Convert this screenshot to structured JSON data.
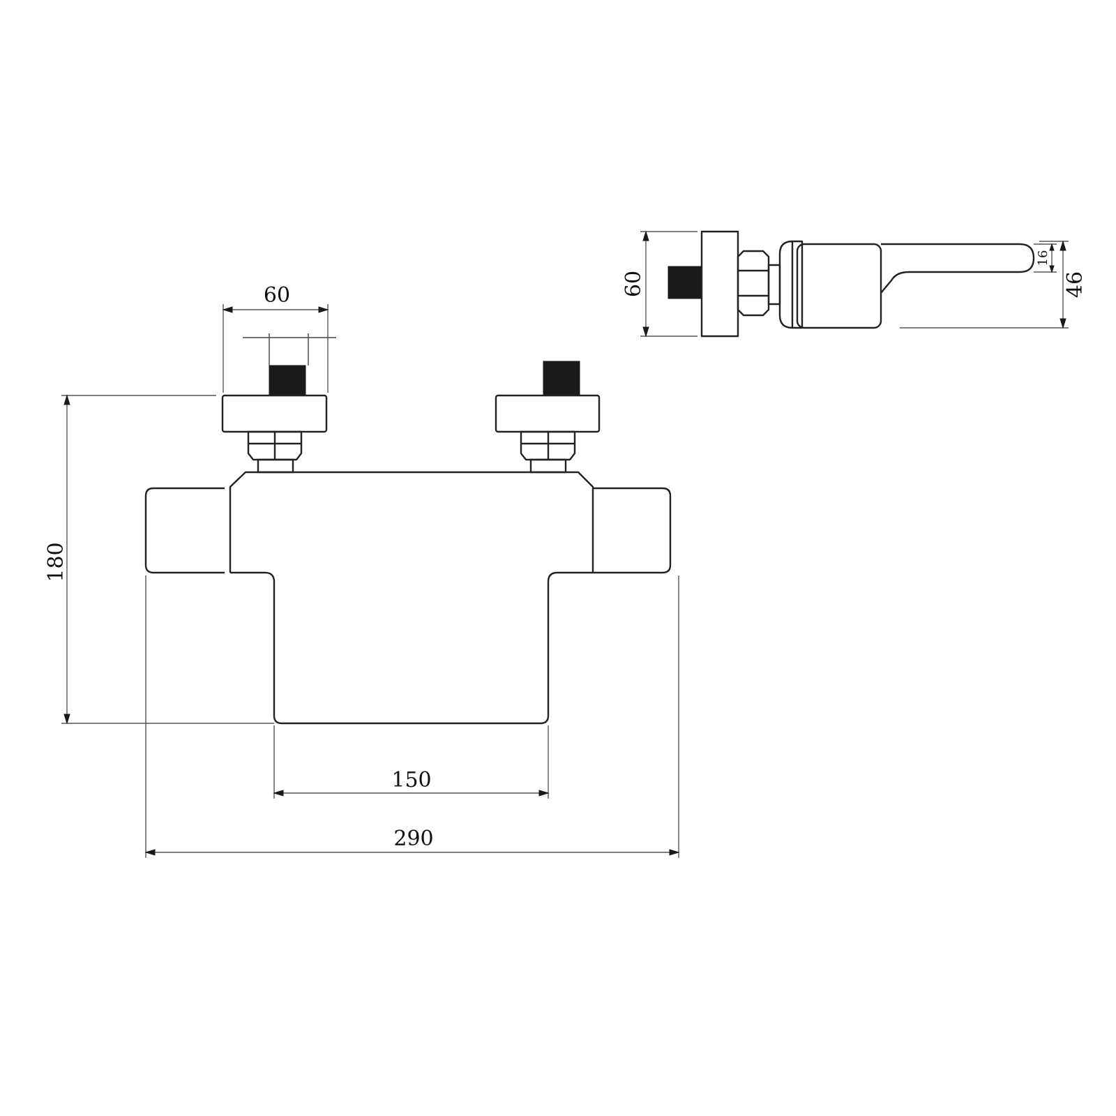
{
  "front_view": {
    "dim_overall_width": "290",
    "dim_inner_width": "150",
    "dim_height": "180",
    "dim_inlet_spacing": "60"
  },
  "side_view": {
    "dim_height": "60",
    "dim_handle_height": "46",
    "dim_handle_thickness": "16"
  },
  "colors": {
    "line": "#222222",
    "fill_dark": "#1a1a1a",
    "background": "#ffffff"
  }
}
